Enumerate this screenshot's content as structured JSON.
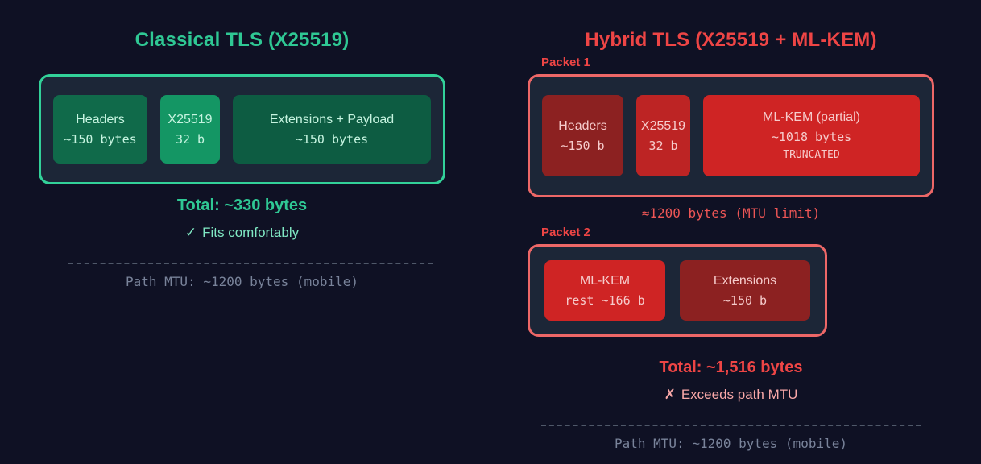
{
  "colors": {
    "page_bg": "#0f1124",
    "panel_bg": "#1c2637",
    "green_accent": "#2fc894",
    "green_border": "#32d199",
    "green_box_mid": "#106a4a",
    "green_box_bright": "#149664",
    "green_box_dark": "#0d5c42",
    "green_text_light": "#c6f4e0",
    "green_verdict": "#80e9c4",
    "red_accent": "#ee4545",
    "red_border": "#ed6767",
    "red_box_dark": "#8c2121",
    "red_box_mid": "#bd2424",
    "red_box_bright": "#cf2424",
    "red_text_light": "#f6cccc",
    "red_caption": "#ee5656",
    "red_verdict": "#f9a8a8",
    "muted_text": "#79839a",
    "dashed_line": "#4f5869"
  },
  "classical": {
    "title": "Classical TLS (X25519)",
    "segments": [
      {
        "name": "Headers",
        "size": "~150 bytes"
      },
      {
        "name": "X25519",
        "size": "32 b"
      },
      {
        "name": "Extensions + Payload",
        "size": "~150 bytes"
      }
    ],
    "total": "Total: ~330 bytes",
    "verdict_icon": "✓",
    "verdict": "Fits comfortably",
    "mtu_note": "Path MTU: ~1200 bytes (mobile)"
  },
  "hybrid": {
    "title": "Hybrid TLS (X25519 + ML-KEM)",
    "packet1": {
      "label": "Packet 1",
      "segments": [
        {
          "name": "Headers",
          "size": "~150 b"
        },
        {
          "name": "X25519",
          "size": "32 b"
        },
        {
          "name": "ML-KEM (partial)",
          "size": "~1018 bytes",
          "note": "TRUNCATED"
        }
      ],
      "caption": "≈1200 bytes (MTU limit)"
    },
    "packet2": {
      "label": "Packet 2",
      "segments": [
        {
          "name": "ML-KEM",
          "size": "rest ~166 b"
        },
        {
          "name": "Extensions",
          "size": "~150 b"
        }
      ]
    },
    "total": "Total: ~1,516 bytes",
    "verdict_icon": "✗",
    "verdict": "Exceeds path MTU",
    "mtu_note": "Path MTU: ~1200 bytes (mobile)"
  }
}
